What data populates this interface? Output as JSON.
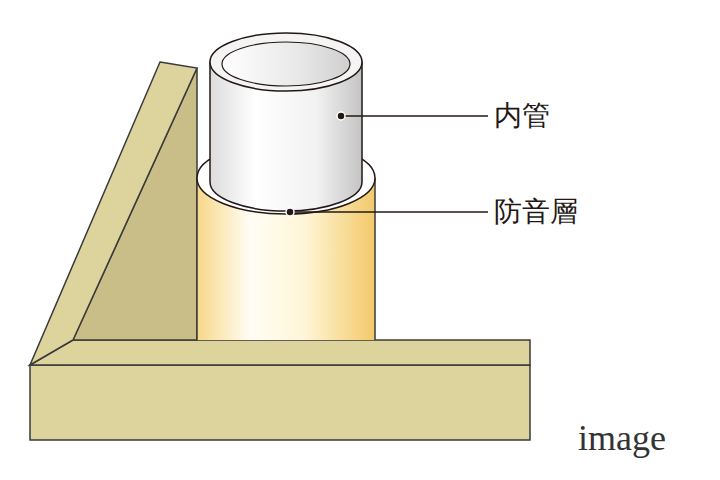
{
  "diagram": {
    "labels": [
      "内管",
      "防音層",
      "image"
    ]
  }
}
